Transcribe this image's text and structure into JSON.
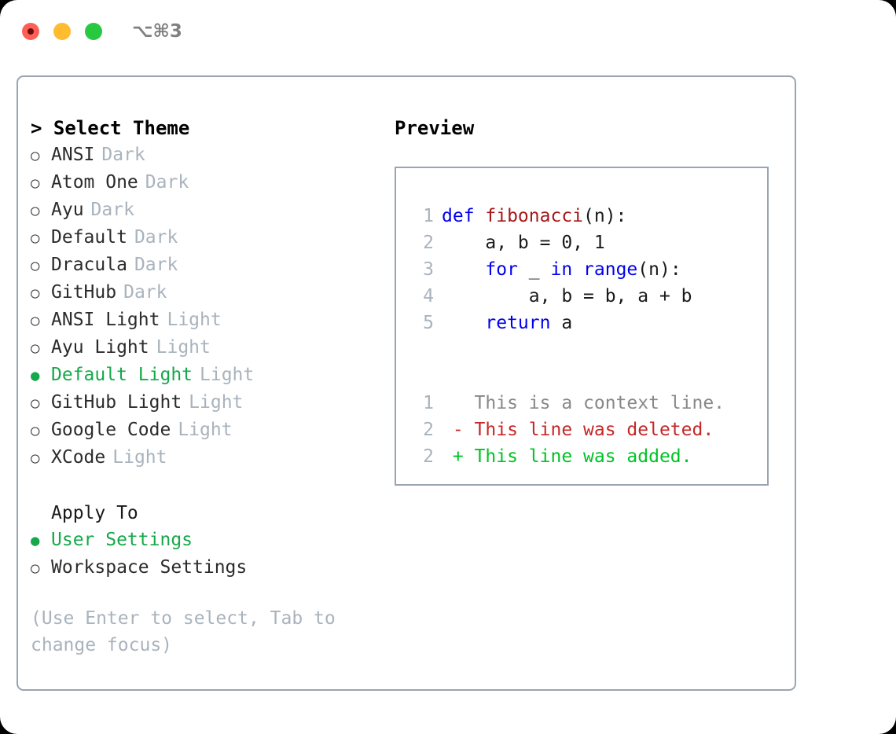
{
  "titlebar": {
    "shortcut": "⌥⌘3",
    "buttons": [
      {
        "name": "close",
        "color": "#ff5f57"
      },
      {
        "name": "minimize",
        "color": "#febc2e"
      },
      {
        "name": "zoom",
        "color": "#28c840"
      }
    ]
  },
  "theme_picker": {
    "header": "> Select Theme",
    "marker_unselected": "○",
    "marker_selected": "●",
    "items": [
      {
        "label": "ANSI",
        "tag": "Dark",
        "selected": false
      },
      {
        "label": "Atom One",
        "tag": "Dark",
        "selected": false
      },
      {
        "label": "Ayu",
        "tag": "Dark",
        "selected": false
      },
      {
        "label": "Default",
        "tag": "Dark",
        "selected": false
      },
      {
        "label": "Dracula",
        "tag": "Dark",
        "selected": false
      },
      {
        "label": "GitHub",
        "tag": "Dark",
        "selected": false
      },
      {
        "label": "ANSI Light",
        "tag": "Light",
        "selected": false
      },
      {
        "label": "Ayu Light",
        "tag": "Light",
        "selected": false
      },
      {
        "label": "Default Light",
        "tag": "Light",
        "selected": true
      },
      {
        "label": "GitHub Light",
        "tag": "Light",
        "selected": false
      },
      {
        "label": "Google Code",
        "tag": "Light",
        "selected": false
      },
      {
        "label": "XCode",
        "tag": "Light",
        "selected": false
      }
    ]
  },
  "apply_to": {
    "header": "Apply To",
    "items": [
      {
        "label": "User Settings",
        "selected": true
      },
      {
        "label": "Workspace Settings",
        "selected": false
      }
    ]
  },
  "hint": "(Use Enter to select, Tab to change focus)",
  "preview": {
    "title": "Preview",
    "code_lines": [
      {
        "num": "1",
        "tokens": [
          {
            "t": "def ",
            "c": "kw"
          },
          {
            "t": "fibonacci",
            "c": "fn"
          },
          {
            "t": "(n):",
            "c": "code-text"
          }
        ]
      },
      {
        "num": "2",
        "tokens": [
          {
            "t": "    a, b = 0, 1",
            "c": "code-text"
          }
        ]
      },
      {
        "num": "3",
        "tokens": [
          {
            "t": "    ",
            "c": "code-text"
          },
          {
            "t": "for ",
            "c": "kw"
          },
          {
            "t": "_ ",
            "c": "code-text"
          },
          {
            "t": "in ",
            "c": "kw"
          },
          {
            "t": "range",
            "c": "kw"
          },
          {
            "t": "(n):",
            "c": "code-text"
          }
        ]
      },
      {
        "num": "4",
        "tokens": [
          {
            "t": "        a, b = b, a + b",
            "c": "code-text"
          }
        ]
      },
      {
        "num": "5",
        "tokens": [
          {
            "t": "    ",
            "c": "code-text"
          },
          {
            "t": "return",
            "c": "kw"
          },
          {
            "t": " a",
            "c": "code-text"
          }
        ]
      }
    ],
    "diff_lines": [
      {
        "num": "1",
        "tokens": [
          {
            "t": "   This is a context line.",
            "c": "ctx"
          }
        ]
      },
      {
        "num": "2",
        "tokens": [
          {
            "t": " - This line was deleted.",
            "c": "del"
          }
        ]
      },
      {
        "num": "2",
        "tokens": [
          {
            "t": " + This line was added.",
            "c": "add"
          }
        ]
      }
    ]
  },
  "colors": {
    "accent_green": "#16a84a",
    "added_green": "#00c326",
    "deleted_red": "#c62828",
    "keyword_blue": "#0000ee",
    "function_red": "#a61717",
    "muted_gray": "#a9b3bd",
    "border_gray": "#9aa5b1"
  }
}
